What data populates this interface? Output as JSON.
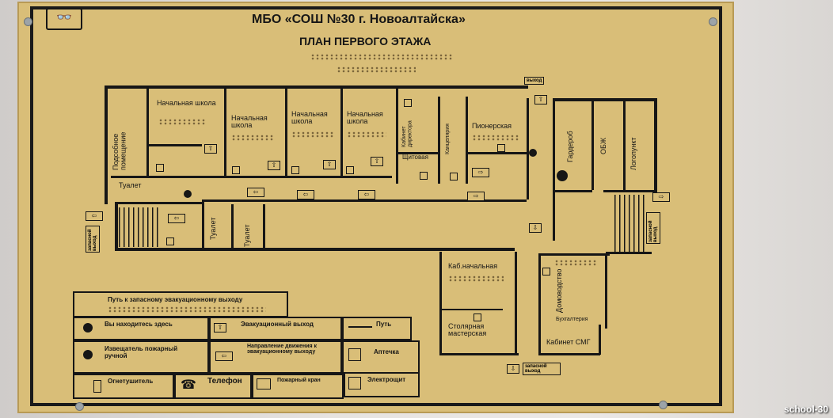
{
  "header": {
    "title": "МБО «СОШ №30 г. Новоалтайска»",
    "subtitle": "ПЛАН ПЕРВОГО ЭТАЖА"
  },
  "rooms": {
    "podsobnoe": "Подсобное помещение",
    "school1": "Начальная школа",
    "school2": "Начальная школа",
    "school3": "Начальная школа",
    "school4": "Начальная школа",
    "director": "Кабинет директора",
    "kancelyariya": "Канцелярия",
    "pionerskaya": "Пионерская",
    "garderob": "Гардероб",
    "obzh": "ОБЖ",
    "logoped": "Логопункт",
    "shchitovaya": "Щитовая",
    "tualet1": "Туалет",
    "tualet2": "Туалет",
    "tualet3": "Туалет",
    "kab_nachalnaya": "Каб.начальная",
    "stolyarnaya": "Столярная мастерская",
    "domovodstvo": "Домоводство",
    "buhgalteriya": "Бухгалтерия",
    "smg": "Кабинет СМГ"
  },
  "exits": {
    "top": "выход",
    "left": "запасной выход",
    "right": "запасной выход",
    "bottom": "запасной выход"
  },
  "legend": {
    "path_reserve": "Путь к запасному эвакуационному выходу",
    "you_here": "Вы находитесь здесь",
    "evac_exit": "Эвакуационный выход",
    "path": "Путь",
    "fire_alarm": "Извещатель пожарный ручной",
    "direction": "Направление движения к эвакуационному выходу",
    "first_aid": "Аптечка",
    "extinguisher": "Огнетушитель",
    "phone": "Телефон",
    "hydrant": "Пожарный кран",
    "electric": "Электрощит"
  },
  "watermark": "school-30",
  "colors": {
    "plate": "#d9be78",
    "ink": "#161616"
  }
}
